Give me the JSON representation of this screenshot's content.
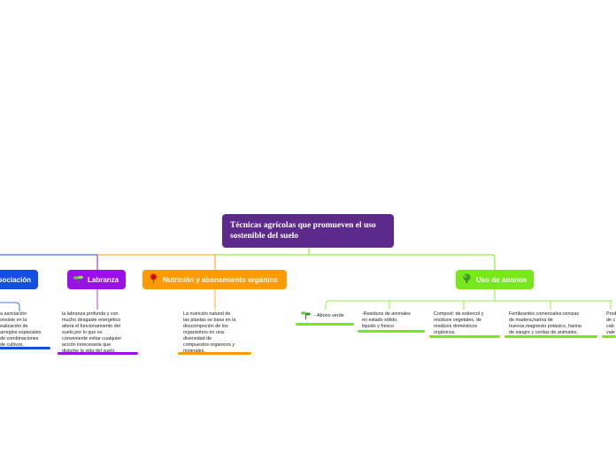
{
  "root": {
    "label": "Técnicas agrícolas que promueven el uso sostenible del suelo"
  },
  "branches": {
    "asociacion": {
      "label": "Asociación",
      "color": "#1450e0",
      "text": "a asociación\nonsiste en la\nealización de\narreglos espaciales\nde combinaciones\nde cultivos."
    },
    "labranza": {
      "label": "Labranza",
      "color": "#9b10e8",
      "icon": "seedling-icon",
      "text": "la labranza  profunda y con\nmucho desgaste energético\naltera el funcionamiento del\nsuelo,por lo que es\nconveniente evitar cualquier\nacción innecesaria  que\ndisturbe la vida del suelo."
    },
    "nutricion": {
      "label": "Nutrición y abonamiento orgánico",
      "color": "#ff9a00",
      "icon": "flower-icon",
      "text": "La nutrición natural de\nlas plantas  se basa en la\ndescompoción  de los\norganismos en una\ndiversidad  de\ncompuestos organicos y\nminerales."
    },
    "abonos": {
      "label": "Uso de abonos",
      "color": "#77e81a",
      "icon": "tree-icon",
      "items": [
        {
          "text": "- Abono verde",
          "icon": "sprout-icon"
        },
        {
          "text": "-Residuos de animales\nen estado sólido,\nliquido y fresco"
        },
        {
          "text": "Compost: de estiercol y\nresiduos vegetales, de\nresiduos domésticos\norgánicos."
        },
        {
          "text": "Fertilizantes  comerciales:cenizas\nde madera,harina de\nhuesos,magnesio potásico, harina\nde sangre y  cerdas de animales."
        },
        {
          "text": "Prod\nde c\ncab\nvale"
        }
      ]
    }
  }
}
